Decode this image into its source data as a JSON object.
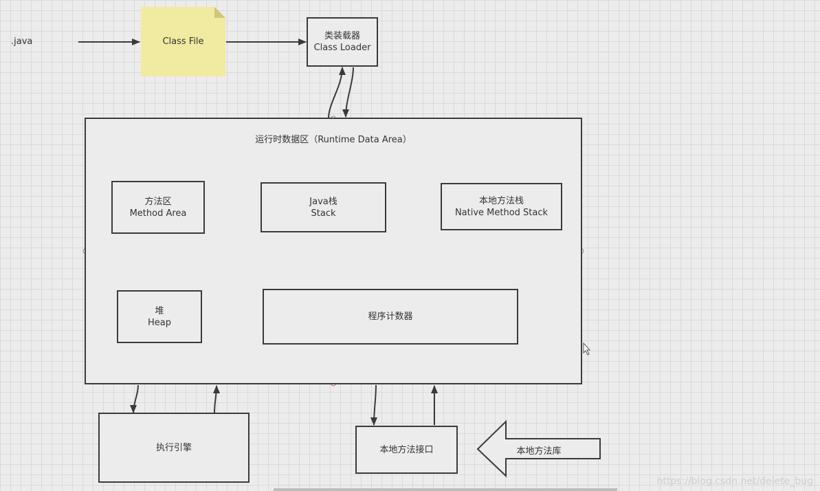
{
  "java_label": ".java",
  "class_file": "Class File",
  "class_loader": {
    "cn": "类装载器",
    "en": "Class Loader"
  },
  "runtime_area": {
    "title": "运行时数据区（Runtime Data Area）"
  },
  "method_area": {
    "cn": "方法区",
    "en": "Method Area"
  },
  "java_stack": {
    "cn": "Java栈",
    "en": "Stack"
  },
  "native_stack": {
    "cn": "本地方法栈",
    "en": "Native Method Stack"
  },
  "heap": {
    "cn": "堆",
    "en": "Heap"
  },
  "program_counter": "程序计数器",
  "exec_engine": "执行引擎",
  "native_interface": "本地方法接口",
  "native_library": "本地方法库",
  "watermark": "https://blog.csdn.net/delete_bug",
  "colors": {
    "note_fill": "#f0eba0",
    "border": "#3a3a3a",
    "background": "#ececec"
  }
}
